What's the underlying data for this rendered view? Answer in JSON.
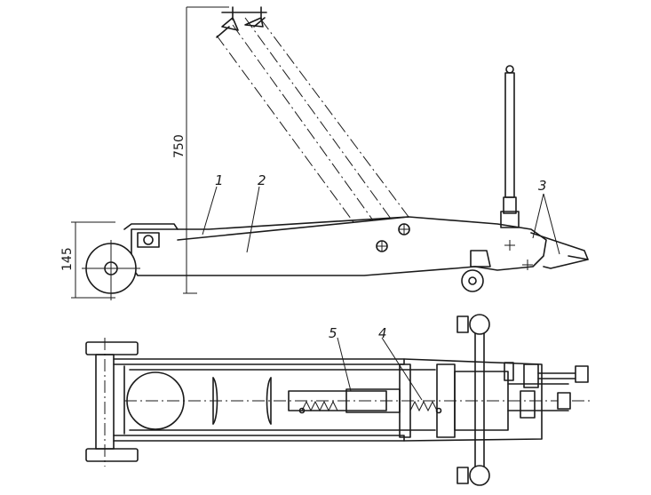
{
  "dimensions": {
    "lift_height": "750",
    "base_height": "145"
  },
  "callouts": [
    "1",
    "2",
    "3",
    "4",
    "5"
  ]
}
